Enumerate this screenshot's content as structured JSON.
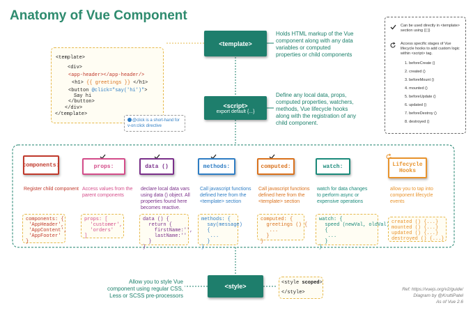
{
  "title": "Anatomy of Vue Component",
  "template_box": {
    "label": "<template>",
    "desc": "Holds HTML markup of the Vue component  along with any data variables or computed properties or child components"
  },
  "script_box": {
    "label": "<script>",
    "sub": "export default {...}",
    "desc": "Define any local data, props, computed properties, watchers, methods, Vue lifecycle hooks along with the registration of any child component."
  },
  "style_box": {
    "label": "<style>",
    "desc": "Allow you to style Vue component using regular CSS, Less or SCSS pre-processors"
  },
  "template_code": {
    "l1": "<template>",
    "l2": "<div>",
    "l3": "<app-header></app-header/>",
    "l4a": "<h1> ",
    "l4b": "{{ greetings }}",
    "l4c": " </h1>",
    "l5a": "<button ",
    "l5b": "@click=\"say('hi')\"",
    "l5c": ">",
    "l6": "Say hi",
    "l7": "</button>",
    "l8": "</div>",
    "l9": "</template>"
  },
  "click_note": "@click is a short-hand for v-on:click directive",
  "legend": {
    "check_text": "Can be used directly in <template> section using {{ }}",
    "access_text": "Access specific stages of Vue lifecycle hooks to add custom logic within <script> tag.",
    "hooks": [
      "1. beforeCreate ()",
      "2. created ()",
      "3. beforeMount ()",
      "4. mounted ()",
      "5. beforeUpdate ()",
      "6. updated ()",
      "7. beforeDestroy ()",
      "8. destroyed ()"
    ]
  },
  "options": [
    {
      "label": "components:",
      "color": "#c0392b",
      "desc": "Register child component",
      "code": "components: {\n 'AppHeader',\n 'AppContent',\n 'AppFooter'\n}"
    },
    {
      "label": "props:",
      "color": "#d44c8a",
      "desc": "Access values from the parent components",
      "code": "props: [\n  'customer',\n  'orders'\n]"
    },
    {
      "label": "data ()",
      "color": "#7a2f8a",
      "desc": "declare local data vars using data () object. All properties found here becomes reactive.",
      "code": "data () {\n  return {\n    firstName:'',\n    lastName:''\n  }\n}"
    },
    {
      "label": "methods:",
      "color": "#2e7dc4",
      "desc": "Call javascript functions defined here from the <template> section",
      "code": "methods: {\n  say(message)\n  {\n   ...\n  }\n}"
    },
    {
      "label": "computed:",
      "color": "#d9711c",
      "desc": "Call javascript functions defined here from the <template> section",
      "code": "computed: {\n  greetings () {\n   ...\n  }\n}"
    },
    {
      "label": "watch:",
      "color": "#1a8a7a",
      "desc": "watch for data changes to perform async or expensive operations",
      "code": "watch: {\n  speed (newVal, oldVal)\n  {\n   ...\n  }\n}"
    },
    {
      "label": "Lifecycle\nHooks",
      "color": "#e8932c",
      "desc": "allow you to tap into component lifecycle events",
      "code": "created () {...}\nmounted () {...}\nupdated () {...}\ndestroyed () {...}"
    }
  ],
  "style_code": {
    "l1a": "<style ",
    "l1b": "scoped",
    "l1c": ">",
    "l2": "</style>"
  },
  "credits": {
    "ref": "Ref: https://vuejs.org/v2/guide/",
    "by": "Diagram by @KruttiPatel",
    "ver": "As of Vue 2.6"
  }
}
